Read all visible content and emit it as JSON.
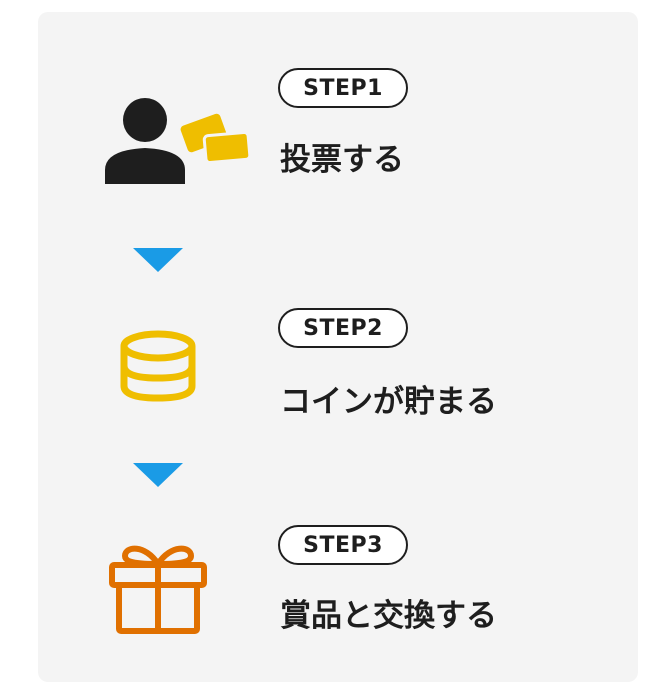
{
  "steps": [
    {
      "badge": "STEP1",
      "title": "投票する",
      "icon": "person-vote-icon"
    },
    {
      "badge": "STEP2",
      "title": "コインが貯まる",
      "icon": "coin-stack-icon"
    },
    {
      "badge": "STEP3",
      "title": "賞品と交換する",
      "icon": "gift-icon"
    }
  ],
  "colors": {
    "background": "#f4f4f4",
    "text": "#1e1e1e",
    "arrow": "#1a9be6",
    "card": "#efbe00",
    "coin": "#efbe00",
    "gift": "#e07000"
  }
}
